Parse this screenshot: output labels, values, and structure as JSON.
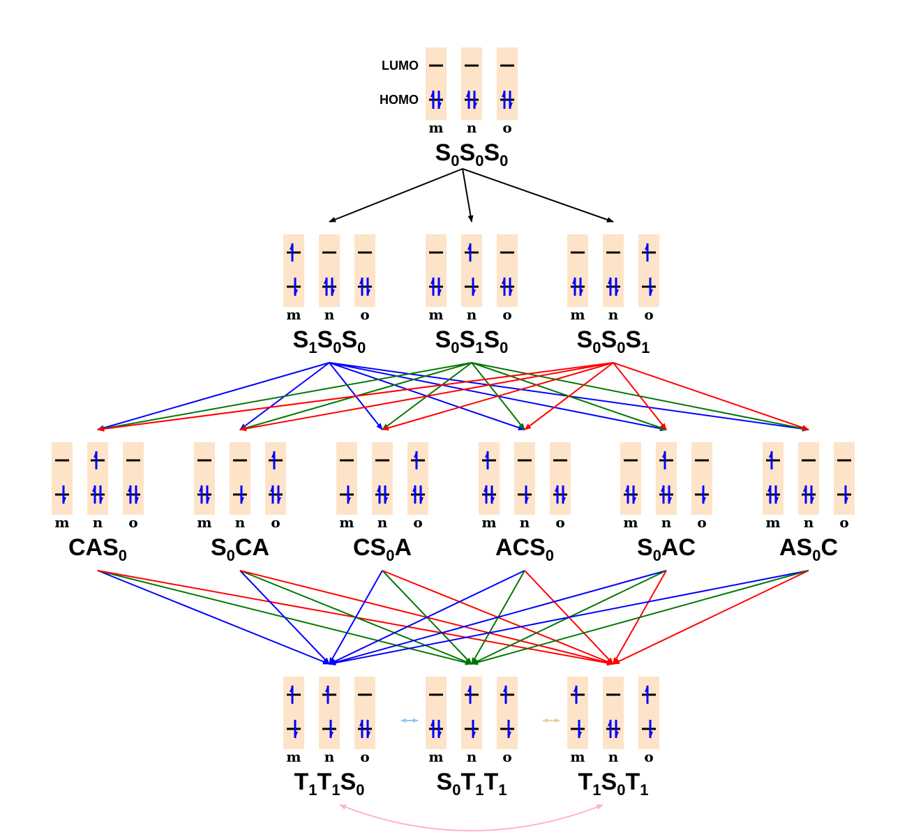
{
  "orbital_labels": {
    "lumo": "LUMO",
    "homo": "HOMO"
  },
  "molecule_labels": [
    "m",
    "n",
    "o"
  ],
  "colors": {
    "box": "#fde3c8",
    "electron": "#0000ff",
    "arrow_black": "#000000",
    "arrow_blue": "#0000ff",
    "arrow_green": "#007700",
    "arrow_red": "#ff0000",
    "coupling_light_blue": "#8cc8f0",
    "coupling_peach": "#f0c8a0",
    "coupling_pink": "#ffb4c0"
  },
  "states": [
    {
      "id": "S0S0S0",
      "parts": [
        [
          "S",
          "0"
        ],
        [
          "S",
          "0"
        ],
        [
          "S",
          "0"
        ]
      ],
      "config": [
        [
          "",
          "ud"
        ],
        [
          "",
          "ud"
        ],
        [
          "",
          "ud"
        ]
      ]
    },
    {
      "id": "S1S0S0",
      "parts": [
        [
          "S",
          "1"
        ],
        [
          "S",
          "0"
        ],
        [
          "S",
          "0"
        ]
      ],
      "config": [
        [
          "u",
          "d"
        ],
        [
          "",
          "ud"
        ],
        [
          "",
          "ud"
        ]
      ]
    },
    {
      "id": "S0S1S0",
      "parts": [
        [
          "S",
          "0"
        ],
        [
          "S",
          "1"
        ],
        [
          "S",
          "0"
        ]
      ],
      "config": [
        [
          "",
          "ud"
        ],
        [
          "u",
          "d"
        ],
        [
          "",
          "ud"
        ]
      ]
    },
    {
      "id": "S0S0S1",
      "parts": [
        [
          "S",
          "0"
        ],
        [
          "S",
          "0"
        ],
        [
          "S",
          "1"
        ]
      ],
      "config": [
        [
          "",
          "ud"
        ],
        [
          "",
          "ud"
        ],
        [
          "u",
          "d"
        ]
      ]
    },
    {
      "id": "CAS0",
      "parts": [
        [
          "C",
          ""
        ],
        [
          "A",
          ""
        ],
        [
          "S",
          "0"
        ]
      ],
      "config": [
        [
          "",
          "d"
        ],
        [
          "u",
          "ud"
        ],
        [
          "",
          "ud"
        ]
      ]
    },
    {
      "id": "S0CA",
      "parts": [
        [
          "S",
          "0"
        ],
        [
          "C",
          ""
        ],
        [
          "A",
          ""
        ]
      ],
      "config": [
        [
          "",
          "ud"
        ],
        [
          "",
          "d"
        ],
        [
          "u",
          "ud"
        ]
      ]
    },
    {
      "id": "CS0A",
      "parts": [
        [
          "C",
          ""
        ],
        [
          "S",
          "0"
        ],
        [
          "A",
          ""
        ]
      ],
      "config": [
        [
          "",
          "d"
        ],
        [
          "",
          "ud"
        ],
        [
          "u",
          "ud"
        ]
      ]
    },
    {
      "id": "ACS0",
      "parts": [
        [
          "A",
          ""
        ],
        [
          "C",
          ""
        ],
        [
          "S",
          "0"
        ]
      ],
      "config": [
        [
          "u",
          "ud"
        ],
        [
          "",
          "d"
        ],
        [
          "",
          "ud"
        ]
      ]
    },
    {
      "id": "S0AC",
      "parts": [
        [
          "S",
          "0"
        ],
        [
          "A",
          ""
        ],
        [
          "C",
          ""
        ]
      ],
      "config": [
        [
          "",
          "ud"
        ],
        [
          "u",
          "ud"
        ],
        [
          "",
          "d"
        ]
      ]
    },
    {
      "id": "AS0C",
      "parts": [
        [
          "A",
          ""
        ],
        [
          "S",
          "0"
        ],
        [
          "C",
          ""
        ]
      ],
      "config": [
        [
          "u",
          "ud"
        ],
        [
          "",
          "ud"
        ],
        [
          "",
          "d"
        ]
      ]
    },
    {
      "id": "T1T1S0",
      "parts": [
        [
          "T",
          "1"
        ],
        [
          "T",
          "1"
        ],
        [
          "S",
          "0"
        ]
      ],
      "config": [
        [
          "u",
          "d"
        ],
        [
          "u",
          "d"
        ],
        [
          "",
          "ud"
        ]
      ]
    },
    {
      "id": "S0T1T1",
      "parts": [
        [
          "S",
          "0"
        ],
        [
          "T",
          "1"
        ],
        [
          "T",
          "1"
        ]
      ],
      "config": [
        [
          "",
          "ud"
        ],
        [
          "u",
          "d"
        ],
        [
          "u",
          "d"
        ]
      ]
    },
    {
      "id": "T1S0T1",
      "parts": [
        [
          "T",
          "1"
        ],
        [
          "S",
          "0"
        ],
        [
          "T",
          "1"
        ]
      ],
      "config": [
        [
          "u",
          "d"
        ],
        [
          "",
          "ud"
        ],
        [
          "u",
          "d"
        ]
      ]
    }
  ],
  "transitions": [
    {
      "from": "S0S0S0",
      "to": "S1S0S0",
      "color": "black"
    },
    {
      "from": "S0S0S0",
      "to": "S0S1S0",
      "color": "black"
    },
    {
      "from": "S0S0S0",
      "to": "S0S0S1",
      "color": "black"
    },
    {
      "from": "S1S0S0",
      "to": "CAS0",
      "color": "blue"
    },
    {
      "from": "S1S0S0",
      "to": "S0CA",
      "color": "blue"
    },
    {
      "from": "S1S0S0",
      "to": "CS0A",
      "color": "blue"
    },
    {
      "from": "S1S0S0",
      "to": "ACS0",
      "color": "blue"
    },
    {
      "from": "S1S0S0",
      "to": "S0AC",
      "color": "blue"
    },
    {
      "from": "S1S0S0",
      "to": "AS0C",
      "color": "blue"
    },
    {
      "from": "S0S1S0",
      "to": "CAS0",
      "color": "green"
    },
    {
      "from": "S0S1S0",
      "to": "S0CA",
      "color": "green"
    },
    {
      "from": "S0S1S0",
      "to": "CS0A",
      "color": "green"
    },
    {
      "from": "S0S1S0",
      "to": "ACS0",
      "color": "green"
    },
    {
      "from": "S0S1S0",
      "to": "S0AC",
      "color": "green"
    },
    {
      "from": "S0S1S0",
      "to": "AS0C",
      "color": "green"
    },
    {
      "from": "S0S0S1",
      "to": "CAS0",
      "color": "red"
    },
    {
      "from": "S0S0S1",
      "to": "S0CA",
      "color": "red"
    },
    {
      "from": "S0S0S1",
      "to": "CS0A",
      "color": "red"
    },
    {
      "from": "S0S0S1",
      "to": "ACS0",
      "color": "red"
    },
    {
      "from": "S0S0S1",
      "to": "S0AC",
      "color": "red"
    },
    {
      "from": "S0S0S1",
      "to": "AS0C",
      "color": "red"
    },
    {
      "from": "CAS0",
      "to": "T1T1S0",
      "color": "blue"
    },
    {
      "from": "CAS0",
      "to": "S0T1T1",
      "color": "green"
    },
    {
      "from": "CAS0",
      "to": "T1S0T1",
      "color": "red"
    },
    {
      "from": "S0CA",
      "to": "T1T1S0",
      "color": "blue"
    },
    {
      "from": "S0CA",
      "to": "S0T1T1",
      "color": "green"
    },
    {
      "from": "S0CA",
      "to": "T1S0T1",
      "color": "red"
    },
    {
      "from": "CS0A",
      "to": "T1T1S0",
      "color": "blue"
    },
    {
      "from": "CS0A",
      "to": "S0T1T1",
      "color": "green"
    },
    {
      "from": "CS0A",
      "to": "T1S0T1",
      "color": "red"
    },
    {
      "from": "ACS0",
      "to": "T1T1S0",
      "color": "blue"
    },
    {
      "from": "ACS0",
      "to": "S0T1T1",
      "color": "green"
    },
    {
      "from": "ACS0",
      "to": "T1S0T1",
      "color": "red"
    },
    {
      "from": "S0AC",
      "to": "T1T1S0",
      "color": "blue"
    },
    {
      "from": "S0AC",
      "to": "S0T1T1",
      "color": "green"
    },
    {
      "from": "S0AC",
      "to": "T1S0T1",
      "color": "red"
    },
    {
      "from": "AS0C",
      "to": "T1T1S0",
      "color": "blue"
    },
    {
      "from": "AS0C",
      "to": "S0T1T1",
      "color": "green"
    },
    {
      "from": "AS0C",
      "to": "T1S0T1",
      "color": "red"
    }
  ],
  "couplings": [
    {
      "from": "T1T1S0",
      "to": "S0T1T1",
      "color": "coupling_light_blue"
    },
    {
      "from": "S0T1T1",
      "to": "T1S0T1",
      "color": "coupling_peach"
    },
    {
      "from": "T1T1S0",
      "to": "T1S0T1",
      "color": "coupling_pink"
    }
  ]
}
